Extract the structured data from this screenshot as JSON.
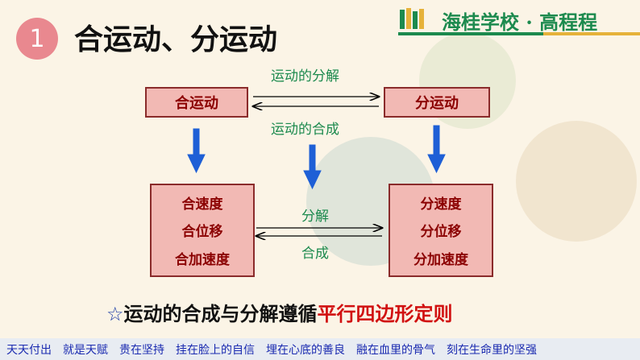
{
  "header": {
    "badge_number": "1",
    "title": "合运动、分运动",
    "school": "海桂学校 · 高程程",
    "accent_green": "#1c8a4e",
    "accent_gold": "#e6b23a"
  },
  "diagram": {
    "box_combined": "合运动",
    "box_component": "分运动",
    "label_decompose_top": "运动的分解",
    "label_compose_mid": "运动的合成",
    "left_list": [
      "合速度",
      "合位移",
      "合加速度"
    ],
    "right_list": [
      "分速度",
      "分位移",
      "分加速度"
    ],
    "label_decompose": "分解",
    "label_compose": "合成",
    "box_fill": "#f2b9b4",
    "box_text_color": "#8b0000",
    "arrow_blue": "#1e5fd6"
  },
  "rule": {
    "star": "☆",
    "text": "运动的合成与分解遵循",
    "highlight": "平行四边形定则"
  },
  "footer": {
    "mottos": [
      "天天付出",
      "就是天赋",
      "贵在坚持",
      "挂在脸上的自信",
      "埋在心底的善良",
      "融在血里的骨气",
      "刻在生命里的坚强"
    ]
  }
}
